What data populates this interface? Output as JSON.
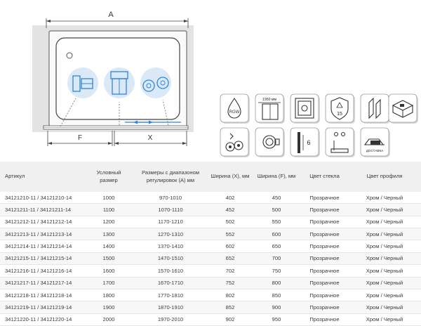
{
  "diagram": {
    "dimension_a": "A",
    "dimension_f": "F",
    "dimension_x": "X"
  },
  "features": [
    {
      "icon": "water-drop-rgw-icon",
      "label": "RGW"
    },
    {
      "icon": "height-1950-icon",
      "label": "1950 мм"
    },
    {
      "icon": "door-panel-icon",
      "label": ""
    },
    {
      "icon": "shield-glass-thickness-icon",
      "label": "15"
    },
    {
      "icon": "magnetic-profile-icon",
      "label": ""
    },
    {
      "icon": "box-icon",
      "label": ""
    },
    {
      "icon": "roller-adjust-icon",
      "label": ""
    },
    {
      "icon": "round-handle-icon",
      "label": ""
    },
    {
      "icon": "glass-6mm-icon",
      "label": "6"
    },
    {
      "icon": "seal-strip-icon",
      "label": ""
    },
    {
      "icon": "delivery-icon",
      "label": "ДОСТАВКА"
    }
  ],
  "table": {
    "headers": [
      "Артикул",
      "Условный размер",
      "Размеры с диапазоном регулировок (А) мм",
      "Ширина (X), мм",
      "Ширина (F), мм",
      "Цвет стекла",
      "Цвет профиля"
    ],
    "rows": [
      [
        "34121210-11 / 34121210-14",
        "1000",
        "970-1010",
        "402",
        "450",
        "Прозрачное",
        "Хром / Черный"
      ],
      [
        "34121211-11 / 34121211-14",
        "1100",
        "1070-1110",
        "452",
        "500",
        "Прозрачное",
        "Хром / Черный"
      ],
      [
        "34121212-11 / 34121212-14",
        "1200",
        "1170-1210",
        "502",
        "550",
        "Прозрачное",
        "Хром / Черный"
      ],
      [
        "34121213-11 / 34121213-14",
        "1300",
        "1270-1310",
        "552",
        "600",
        "Прозрачное",
        "Хром / Черный"
      ],
      [
        "34121214-11 / 34121214-14",
        "1400",
        "1370-1410",
        "602",
        "650",
        "Прозрачное",
        "Хром / Черный"
      ],
      [
        "34121215-11 / 34121215-14",
        "1500",
        "1470-1510",
        "652",
        "700",
        "Прозрачное",
        "Хром / Черный"
      ],
      [
        "34121216-11 / 34121216-14",
        "1600",
        "1570-1610",
        "702",
        "750",
        "Прозрачное",
        "Хром / Черный"
      ],
      [
        "34121217-11 / 34121217-14",
        "1700",
        "1670-1710",
        "752",
        "800",
        "Прозрачное",
        "Хром / Черный"
      ],
      [
        "34121218-11 / 34121218-14",
        "1800",
        "1770-1810",
        "802",
        "850",
        "Прозрачное",
        "Хром / Черный"
      ],
      [
        "34121219-11 / 34121219-14",
        "1900",
        "1870-1910",
        "852",
        "900",
        "Прозрачное",
        "Хром / Черный"
      ],
      [
        "34121220-11 / 34121220-14",
        "2000",
        "1970-2010",
        "902",
        "950",
        "Прозрачное",
        "Хром / Черный"
      ]
    ]
  }
}
